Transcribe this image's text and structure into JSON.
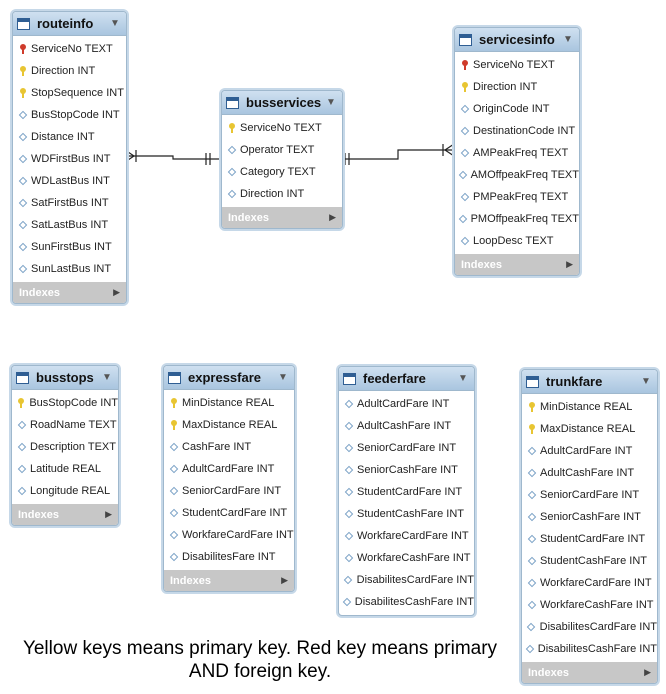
{
  "tables": [
    {
      "name": "routeinfo",
      "footer": "Indexes",
      "columns": [
        {
          "label": "ServiceNo TEXT",
          "icon": "fk"
        },
        {
          "label": "Direction INT",
          "icon": "pk"
        },
        {
          "label": "StopSequence INT",
          "icon": "pk"
        },
        {
          "label": "BusStopCode INT",
          "icon": "col"
        },
        {
          "label": "Distance INT",
          "icon": "col"
        },
        {
          "label": "WDFirstBus INT",
          "icon": "col"
        },
        {
          "label": "WDLastBus INT",
          "icon": "col"
        },
        {
          "label": "SatFirstBus INT",
          "icon": "col"
        },
        {
          "label": "SatLastBus INT",
          "icon": "col"
        },
        {
          "label": "SunFirstBus INT",
          "icon": "col"
        },
        {
          "label": "SunLastBus INT",
          "icon": "col"
        }
      ]
    },
    {
      "name": "busservices",
      "footer": "Indexes",
      "columns": [
        {
          "label": "ServiceNo TEXT",
          "icon": "pk"
        },
        {
          "label": "Operator TEXT",
          "icon": "col"
        },
        {
          "label": "Category TEXT",
          "icon": "col"
        },
        {
          "label": "Direction INT",
          "icon": "col"
        }
      ]
    },
    {
      "name": "servicesinfo",
      "footer": "Indexes",
      "columns": [
        {
          "label": "ServiceNo TEXT",
          "icon": "fk"
        },
        {
          "label": "Direction INT",
          "icon": "pk"
        },
        {
          "label": "OriginCode INT",
          "icon": "col"
        },
        {
          "label": "DestinationCode INT",
          "icon": "col"
        },
        {
          "label": "AMPeakFreq TEXT",
          "icon": "col"
        },
        {
          "label": "AMOffpeakFreq TEXT",
          "icon": "col"
        },
        {
          "label": "PMPeakFreq TEXT",
          "icon": "col"
        },
        {
          "label": "PMOffpeakFreq TEXT",
          "icon": "col"
        },
        {
          "label": "LoopDesc TEXT",
          "icon": "col"
        }
      ]
    },
    {
      "name": "busstops",
      "footer": "Indexes",
      "columns": [
        {
          "label": "BusStopCode INT",
          "icon": "pk"
        },
        {
          "label": "RoadName TEXT",
          "icon": "col"
        },
        {
          "label": "Description TEXT",
          "icon": "col"
        },
        {
          "label": "Latitude REAL",
          "icon": "col"
        },
        {
          "label": "Longitude REAL",
          "icon": "col"
        }
      ]
    },
    {
      "name": "expressfare",
      "footer": "Indexes",
      "columns": [
        {
          "label": "MinDistance REAL",
          "icon": "pk"
        },
        {
          "label": "MaxDistance REAL",
          "icon": "pk"
        },
        {
          "label": "CashFare INT",
          "icon": "col"
        },
        {
          "label": "AdultCardFare INT",
          "icon": "col"
        },
        {
          "label": "SeniorCardFare INT",
          "icon": "col"
        },
        {
          "label": "StudentCardFare INT",
          "icon": "col"
        },
        {
          "label": "WorkfareCardFare INT",
          "icon": "col"
        },
        {
          "label": "DisabilitesFare INT",
          "icon": "col"
        }
      ]
    },
    {
      "name": "feederfare",
      "footer": null,
      "columns": [
        {
          "label": "AdultCardFare INT",
          "icon": "col"
        },
        {
          "label": "AdultCashFare INT",
          "icon": "col"
        },
        {
          "label": "SeniorCardFare INT",
          "icon": "col"
        },
        {
          "label": "SeniorCashFare INT",
          "icon": "col"
        },
        {
          "label": "StudentCardFare INT",
          "icon": "col"
        },
        {
          "label": "StudentCashFare INT",
          "icon": "col"
        },
        {
          "label": "WorkfareCardFare INT",
          "icon": "col"
        },
        {
          "label": "WorkfareCashFare INT",
          "icon": "col"
        },
        {
          "label": "DisabilitesCardFare INT",
          "icon": "col"
        },
        {
          "label": "DisabilitesCashFare INT",
          "icon": "col"
        }
      ]
    },
    {
      "name": "trunkfare",
      "footer": "Indexes",
      "columns": [
        {
          "label": "MinDistance REAL",
          "icon": "pk"
        },
        {
          "label": "MaxDistance REAL",
          "icon": "pk"
        },
        {
          "label": "AdultCardFare INT",
          "icon": "col"
        },
        {
          "label": "AdultCashFare INT",
          "icon": "col"
        },
        {
          "label": "SeniorCardFare INT",
          "icon": "col"
        },
        {
          "label": "SeniorCashFare INT",
          "icon": "col"
        },
        {
          "label": "StudentCardFare INT",
          "icon": "col"
        },
        {
          "label": "StudentCashFare INT",
          "icon": "col"
        },
        {
          "label": "WorkfareCardFare INT",
          "icon": "col"
        },
        {
          "label": "WorkfareCashFare INT",
          "icon": "col"
        },
        {
          "label": "DisabilitesCardFare INT",
          "icon": "col"
        },
        {
          "label": "DisabilitesCashFare INT",
          "icon": "col"
        }
      ]
    }
  ],
  "relations": [
    {
      "from": "busservices",
      "to": "routeinfo",
      "cardinality": "one-to-many"
    },
    {
      "from": "busservices",
      "to": "servicesinfo",
      "cardinality": "one-to-many"
    }
  ],
  "note": {
    "line1": "Yellow keys means primary key. Red key means primary",
    "line2": "AND foreign key."
  },
  "colors": {
    "primary_key": "#e8c532",
    "foreign_key": "#cf3b2b",
    "header": "#a9c5df",
    "footer": "#c7c7c7"
  }
}
